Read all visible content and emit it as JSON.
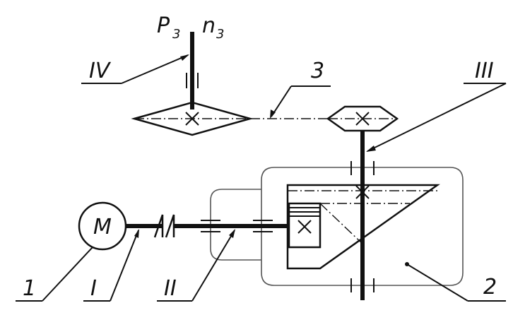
{
  "diagram": {
    "output": {
      "power": "P",
      "power_sub": "3",
      "speed": "n",
      "speed_sub": "3"
    },
    "callouts": {
      "shaft_iv": "IV",
      "belt": "3",
      "shaft_iii": "III",
      "motor_number": "1",
      "shaft_i": "I",
      "shaft_ii": "II",
      "reducer": "2"
    },
    "motor_symbol": "M"
  }
}
